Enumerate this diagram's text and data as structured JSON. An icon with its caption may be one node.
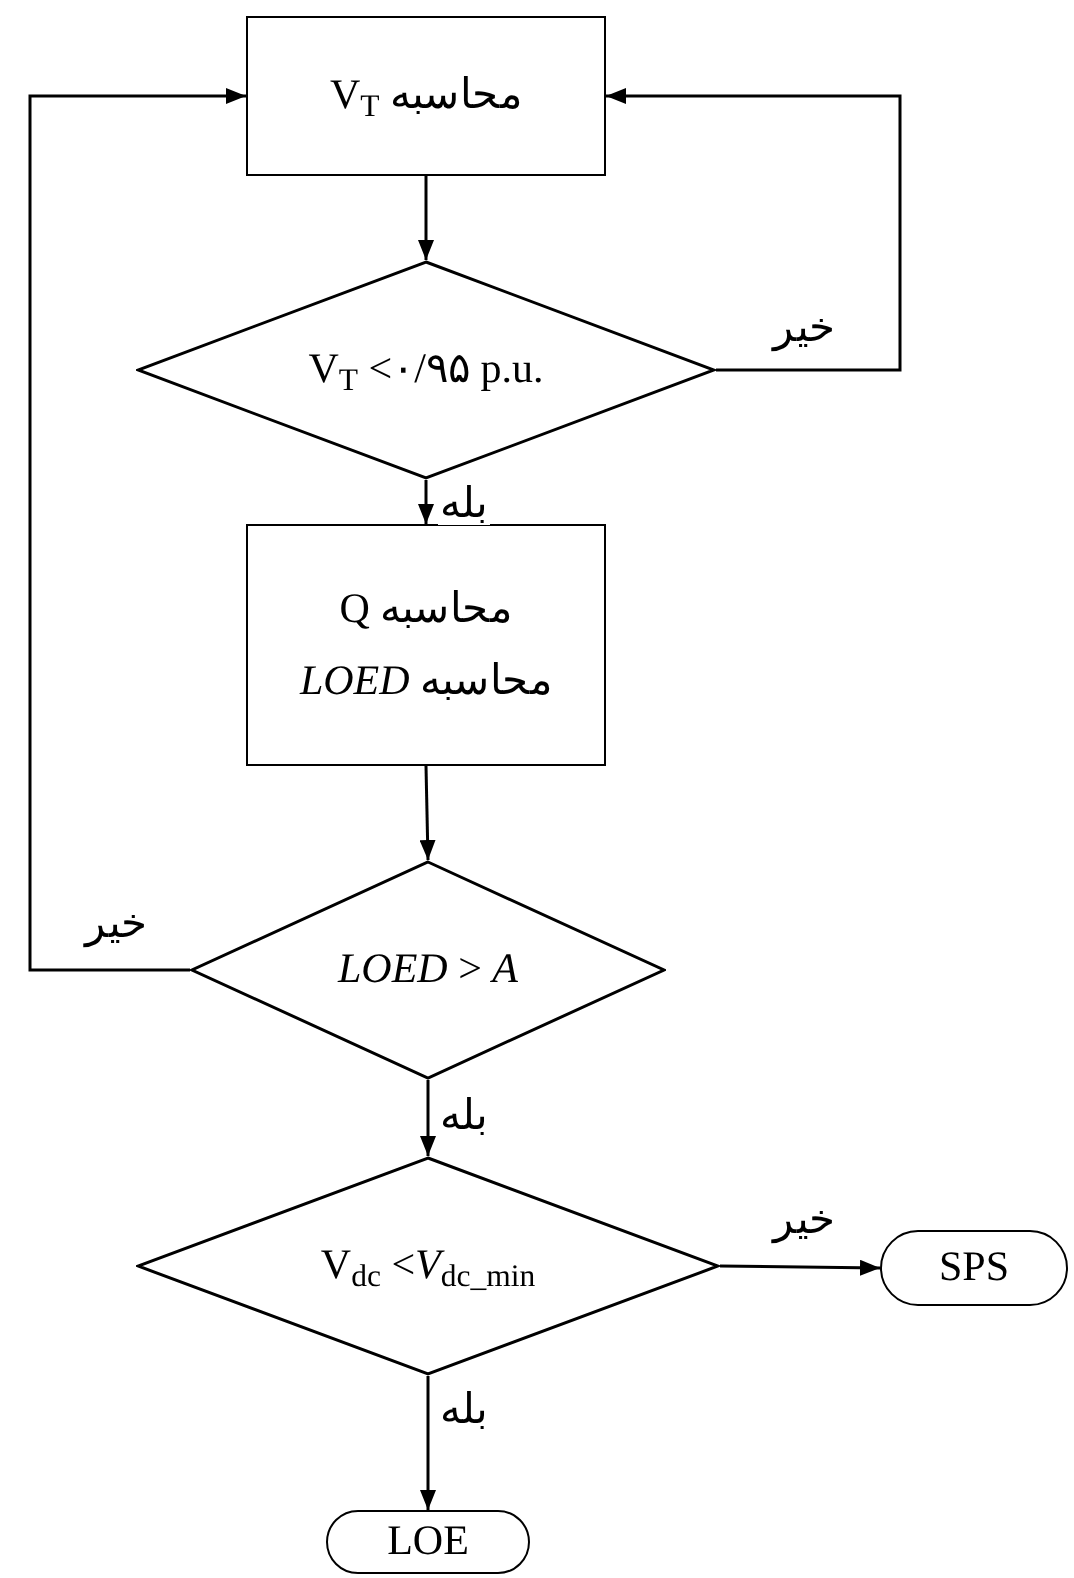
{
  "diagram": {
    "nodes": [
      {
        "text": [
          "محاسبه V$_{T}$"
        ]
      },
      {
        "text": [
          "V$_{T}$ <۰/۹۵ p.u."
        ]
      },
      {
        "text": [
          "محاسبه Q",
          "محاسبه *LOED*"
        ]
      },
      {
        "text": [
          "*LOED* > *A*"
        ]
      },
      {
        "text": [
          "V$_{dc}$ <*V*$_{dc_min}$"
        ]
      },
      {
        "text": [
          "SPS"
        ]
      },
      {
        "text": [
          "LOE"
        ]
      }
    ],
    "edges": [
      {
        "from": 0,
        "to": 1,
        "arrow": "to"
      },
      {
        "from": 1,
        "to": 0,
        "arrow": "to",
        "label": "خیر"
      },
      {
        "from": 1,
        "to": 2,
        "arrow": "to",
        "label": "بله"
      },
      {
        "from": 2,
        "to": 3,
        "arrow": "to"
      },
      {
        "from": 3,
        "to": 0,
        "arrow": "to",
        "label": "خیر"
      },
      {
        "from": 3,
        "to": 4,
        "arrow": "to",
        "label": "بله"
      },
      {
        "from": 4,
        "to": 5,
        "arrow": "to",
        "label": "خیر"
      },
      {
        "from": 4,
        "to": 6,
        "arrow": "to",
        "label": "بله"
      }
    ]
  }
}
